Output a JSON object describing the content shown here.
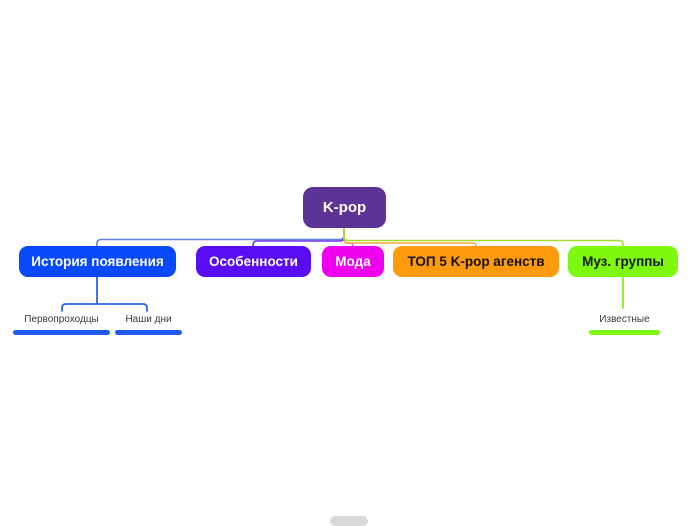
{
  "diagram": {
    "type": "mind-map",
    "root": {
      "label": "K-pop",
      "color": "#5d3496",
      "text_color": "#ffffff"
    },
    "branches": [
      {
        "label": "История появления",
        "color": "#0849fb",
        "text_color": "#ffffff",
        "children": [
          {
            "label": "Первопроходцы",
            "underline_color": "#1f5af7"
          },
          {
            "label": "Наши дни",
            "underline_color": "#1f5af7"
          }
        ]
      },
      {
        "label": "Особенности",
        "color": "#5a0cf2",
        "text_color": "#ffffff",
        "children": []
      },
      {
        "label": "Мода",
        "color": "#ee00ee",
        "text_color": "#ffffff",
        "children": []
      },
      {
        "label": "ТОП 5 K-pop агенств",
        "color": "#fe9a0d",
        "text_color": "#151005",
        "children": []
      },
      {
        "label": "Муз. группы",
        "color": "#7ef80e",
        "text_color": "#121a05",
        "children": [
          {
            "label": "Известные",
            "underline_color": "#7ef80e"
          }
        ]
      }
    ],
    "connector_colors": {
      "history": "#5b7ff2",
      "features": "#6d3af0",
      "fashion": "#f25cf2",
      "agencies": "#f5aa3a",
      "groups": "#a4dc2a",
      "history_sub": "#2f62e8",
      "groups_sub": "#85ef14"
    },
    "background": "#ffffff"
  }
}
